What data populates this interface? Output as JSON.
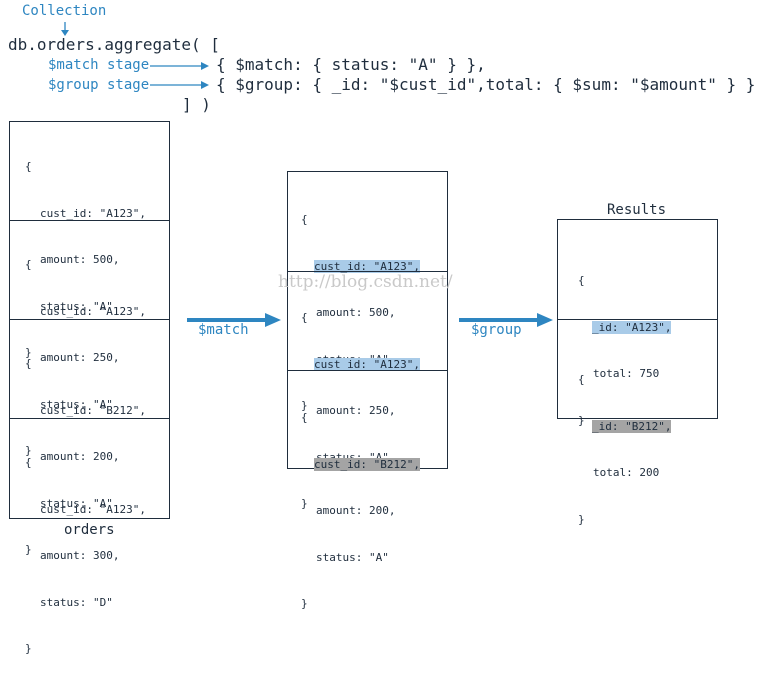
{
  "header": {
    "collection_label": "Collection",
    "line1": "db.orders.aggregate( [",
    "match_stage_label": "$match stage",
    "group_stage_label": "$group stage",
    "line2": "{ $match: { status: \"A\" } },",
    "line3": "{ $group: { _id: \"$cust_id\",total: { $sum: \"$amount\" } } }",
    "line4": "] )"
  },
  "orders": {
    "caption": "orders",
    "docs": [
      {
        "open": "{",
        "l1": "cust_id: \"A123\",",
        "l2": "amount: 500,",
        "l3": "status: \"A\"",
        "close": "}"
      },
      {
        "open": "{",
        "l1": "cust_id: \"A123\",",
        "l2": "amount: 250,",
        "l3": "status: \"A\"",
        "close": "}"
      },
      {
        "open": "{",
        "l1": "cust_id: \"B212\",",
        "l2": "amount: 200,",
        "l3": "status: \"A\"",
        "close": "}"
      },
      {
        "open": "{",
        "l1": "cust_id: \"A123\",",
        "l2": "amount: 300,",
        "l3": "status: \"D\"",
        "close": "}"
      }
    ]
  },
  "arrows": {
    "match_label": "$match",
    "group_label": "$group"
  },
  "matched": {
    "docs": [
      {
        "open": "{",
        "l1": "cust_id: \"A123\",",
        "l2": "amount: 500,",
        "l3": "status: \"A\"",
        "close": "}"
      },
      {
        "open": "{",
        "l1": "cust_id: \"A123\",",
        "l2": "amount: 250,",
        "l3": "status: \"A\"",
        "close": "}"
      },
      {
        "open": "{",
        "l1": "cust_id: \"B212\",",
        "l2": "amount: 200,",
        "l3": "status: \"A\"",
        "close": "}"
      }
    ]
  },
  "results": {
    "title": "Results",
    "docs": [
      {
        "open": "{",
        "l1": "_id: \"A123\",",
        "l2": "total: 750",
        "close": "}"
      },
      {
        "open": "{",
        "l1": "_id: \"B212\",",
        "l2": "total: 200",
        "close": "}"
      }
    ]
  },
  "watermark": "http://blog.csdn.net/",
  "colors": {
    "accent": "#2e86c1",
    "highlight_a123": "#a9cbe8",
    "highlight_b212": "#a4a4a4",
    "stroke": "#1f2d3d"
  }
}
